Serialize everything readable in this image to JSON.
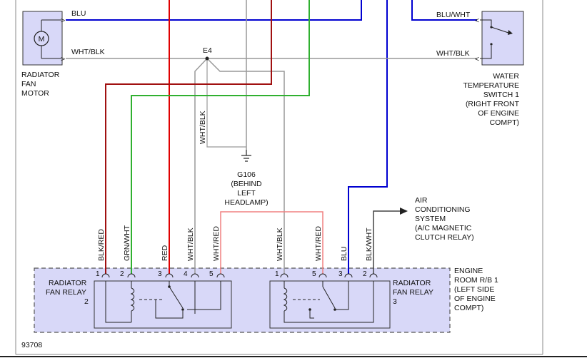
{
  "figure_id": "93708",
  "colors": {
    "blue": "#0000d0",
    "red": "#e00000",
    "green": "#30b030",
    "gray": "#999999",
    "dark_red": "#a01010",
    "pink": "#f08080",
    "black": "#222222",
    "component_fill": "#d8d8f8",
    "dashed_box": "#555555"
  },
  "wire_labels": {
    "top_blu": "BLU",
    "top_wht_blk_left": "WHT/BLK",
    "top_blu_wht_right": "BLU/WHT",
    "top_wht_blk_right": "WHT/BLK",
    "vertical_wht_blk": "WHT/BLK"
  },
  "components": {
    "fan_motor": {
      "label_lines": [
        "RADIATOR",
        "FAN",
        "MOTOR"
      ],
      "symbol": "M"
    },
    "temp_switch": {
      "label_lines": [
        "WATER",
        "TEMPERATURE",
        "SWITCH 1",
        "(RIGHT FRONT",
        "OF ENGINE",
        "COMPT)"
      ]
    },
    "splice": {
      "label": "E4"
    },
    "ground": {
      "label_lines": [
        "G106",
        "(BEHIND",
        "LEFT",
        "HEADLAMP)"
      ]
    },
    "ac_system": {
      "label_lines": [
        "AIR",
        "CONDITIONING",
        "SYSTEM",
        "(A/C MAGNETIC",
        "CLUTCH RELAY)"
      ]
    },
    "relay_box": {
      "label_lines": [
        "ENGINE",
        "ROOM R/B 1",
        "(LEFT SIDE",
        "OF ENGINE",
        "COMPT)"
      ]
    },
    "relay2": {
      "label_lines": [
        "RADIATOR",
        "FAN RELAY",
        "2"
      ]
    },
    "relay3": {
      "label_lines": [
        "RADIATOR",
        "FAN RELAY",
        "3"
      ]
    }
  },
  "relay2_pins": [
    {
      "pin": "1",
      "wire": "BLK/RED"
    },
    {
      "pin": "2",
      "wire": "GRN/WHT"
    },
    {
      "pin": "3",
      "wire": "RED"
    },
    {
      "pin": "4",
      "wire": "WHT/BLK"
    },
    {
      "pin": "5",
      "wire": "WHT/RED"
    }
  ],
  "relay3_pins": [
    {
      "pin": "1",
      "wire": "WHT/BLK"
    },
    {
      "pin": "5",
      "wire": "WHT/RED"
    },
    {
      "pin": "3",
      "wire": "BLU"
    },
    {
      "pin": "2",
      "wire": "BLK/WHT"
    }
  ]
}
